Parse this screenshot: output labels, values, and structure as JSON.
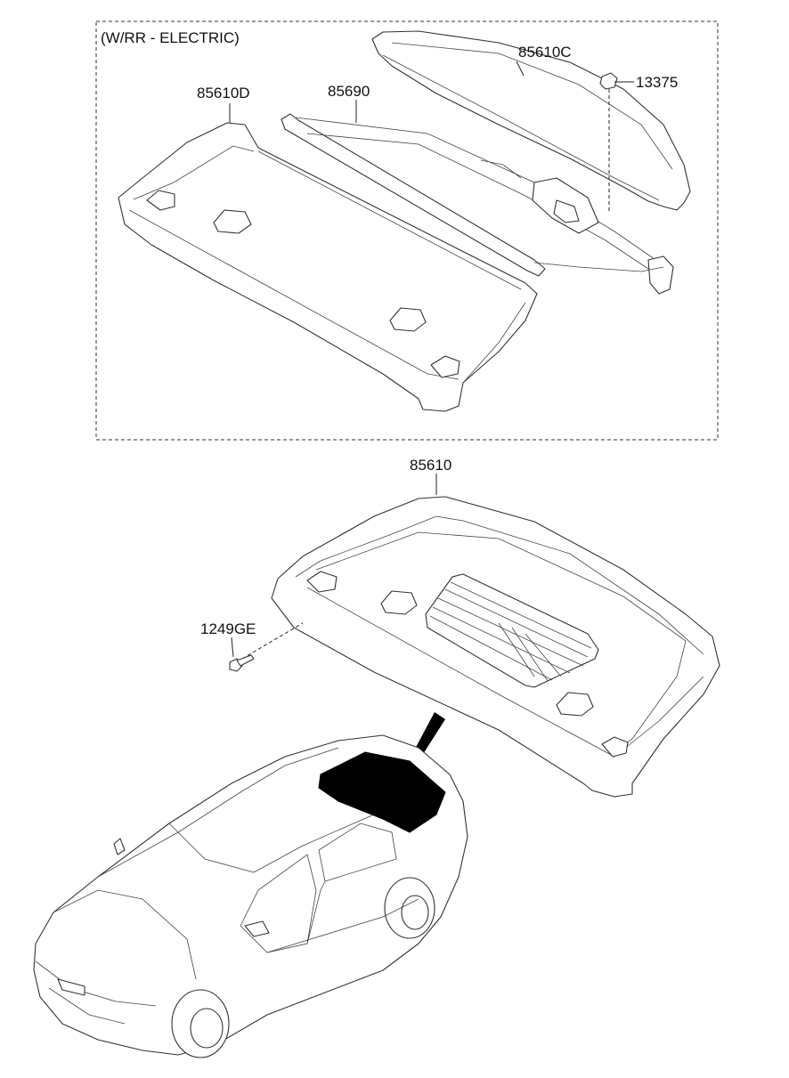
{
  "variant_box": {
    "caption": "(W/RR - ELECTRIC)"
  },
  "callouts": {
    "c85610C": "85610C",
    "c13375": "13375",
    "c85610D": "85610D",
    "c85690": "85690",
    "c85610": "85610",
    "c1249GE": "1249GE"
  }
}
